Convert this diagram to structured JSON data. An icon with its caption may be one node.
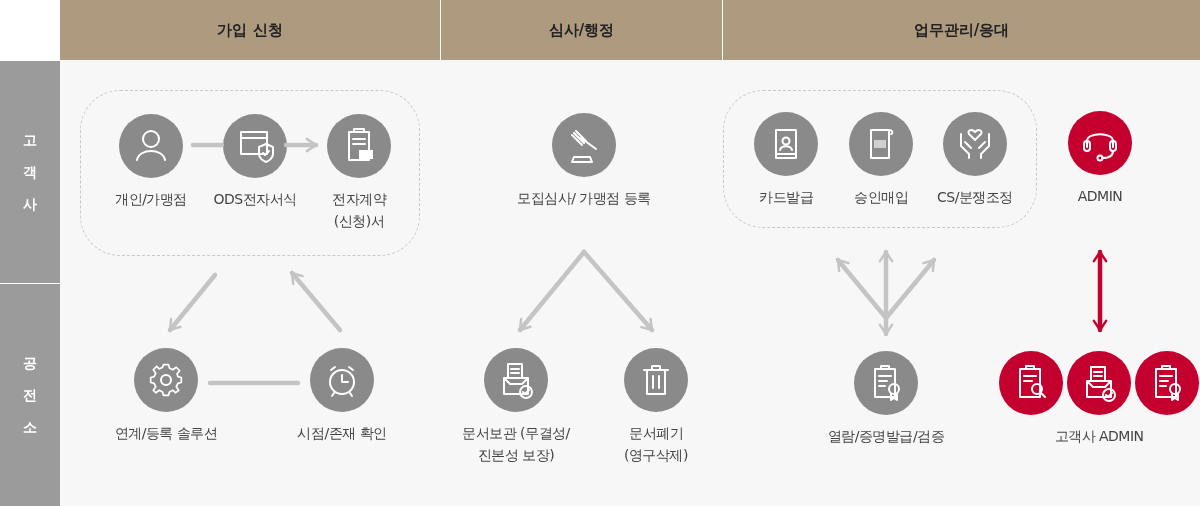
{
  "diagram": {
    "nodes": [
      {
        "text": [
          "가입 신청"
        ]
      },
      {
        "text": [
          "심사/행정"
        ]
      },
      {
        "text": [
          "업무관리/응대"
        ]
      },
      {
        "text": [
          "고객사"
        ]
      },
      {
        "text": [
          "공전소"
        ]
      },
      {
        "text": [],
        "shape": "box"
      },
      {
        "text": [
          "개인/가맹점"
        ],
        "in": 5
      },
      {
        "text": [
          "ODS전자서식"
        ],
        "in": 5
      },
      {
        "text": [
          "전자계약 (신청)서"
        ],
        "in": 5
      },
      {
        "text": [
          "연계/등록 솔루션"
        ]
      },
      {
        "text": [
          "시점/존재 확인"
        ]
      },
      {
        "text": [
          "모집심사/ 가맹점 등록"
        ]
      },
      {
        "text": [
          "문서보관 (무결성/진본성 보장)"
        ]
      },
      {
        "text": [
          "문서폐기 (영구삭제)"
        ]
      },
      {
        "text": [],
        "shape": "box"
      },
      {
        "text": [
          "카드발급"
        ],
        "in": 14
      },
      {
        "text": [
          "승인매입"
        ],
        "in": 14
      },
      {
        "text": [
          "CS/분쟁조정"
        ],
        "in": 14
      },
      {
        "text": [
          "ADMIN"
        ]
      },
      {
        "text": [
          "열람/증명발급/검증"
        ]
      },
      {
        "text": [
          "고객사 ADMIN"
        ]
      }
    ],
    "edges": [
      {
        "from": 6,
        "to": 7,
        "arrow": "none"
      },
      {
        "from": 7,
        "to": 8,
        "arrow": "to"
      },
      {
        "from": 5,
        "to": 9,
        "arrow": "to"
      },
      {
        "from": 10,
        "to": 5,
        "arrow": "to"
      },
      {
        "from": 9,
        "to": 10,
        "arrow": "none"
      },
      {
        "from": 11,
        "to": 12,
        "arrow": "to"
      },
      {
        "from": 11,
        "to": 13,
        "arrow": "to"
      },
      {
        "from": 19,
        "to": 14,
        "arrow": "to"
      },
      {
        "from": 19,
        "to": 14,
        "arrow": "both"
      },
      {
        "from": 19,
        "to": 14,
        "arrow": "to"
      },
      {
        "from": 18,
        "to": 20,
        "arrow": "both",
        "color": "#c4002f"
      }
    ]
  }
}
